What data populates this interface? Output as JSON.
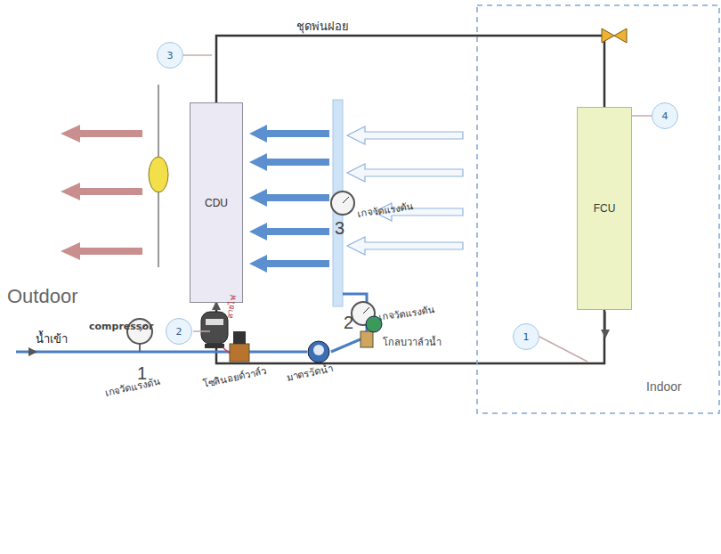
{
  "diagram": {
    "nodes": [
      {
        "text": [
          "CDU"
        ]
      },
      {
        "text": [
          "FCU"
        ]
      }
    ],
    "edges": [
      {
        "from": 0,
        "to": 1,
        "arrow": "none"
      },
      {
        "from": 1,
        "to": 0,
        "arrow": "to"
      }
    ],
    "labels": [
      "3",
      "ชุดพ่นฝอย",
      "เกจวัดแรงดัน",
      "3",
      "Outdoor",
      "2",
      "เกจวัดแรงดัน",
      "2",
      "1",
      "compressor",
      "สายไฟ",
      "น้ำเข้า",
      "1",
      "เกจวัดแรงดัน",
      "โซลินอยด์วาล์ว",
      "มาตรวัดน้ำ",
      "โกลบวาล์วน้ำ",
      "Indoor",
      "4"
    ]
  }
}
